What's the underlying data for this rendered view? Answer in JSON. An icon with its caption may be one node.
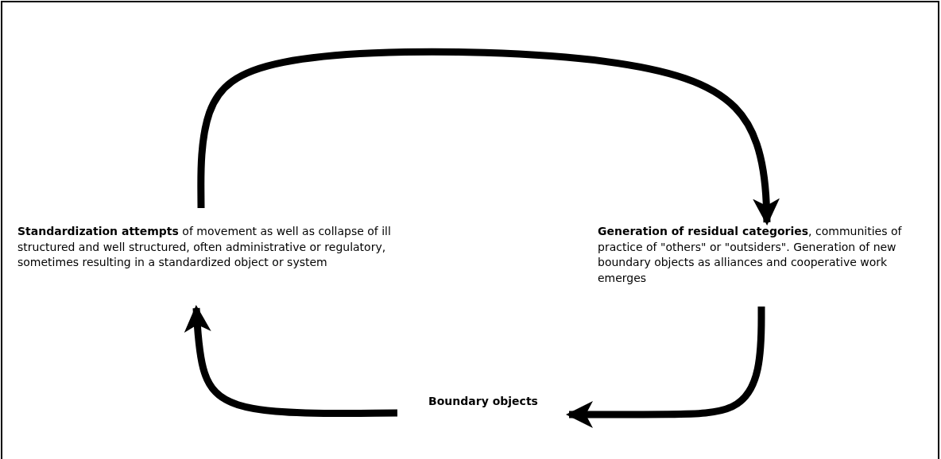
{
  "diagram": {
    "nodes": [
      {
        "text": [
          "**Standardization attempts** of movement as well as collapse of ill structured and well structured, often administrative or regulatory, sometimes resulting in a standardized object or system"
        ]
      },
      {
        "text": [
          "**Generation of residual categories**, communities of practice of \"others\" or \"outsiders\". Generation of new boundary objects as alliances and cooperative work emerges"
        ]
      },
      {
        "text": [
          "Boundary objects"
        ]
      }
    ],
    "edges": [
      {
        "from": 0,
        "to": 1,
        "arrow": "to"
      },
      {
        "from": 1,
        "to": 2,
        "arrow": "to"
      },
      {
        "from": 2,
        "to": 0,
        "arrow": "to"
      }
    ]
  }
}
